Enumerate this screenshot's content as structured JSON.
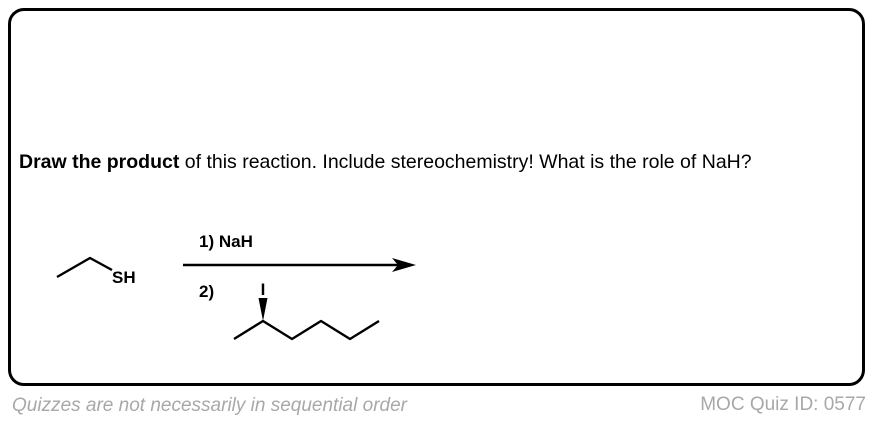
{
  "question": {
    "bold_part": "Draw the product",
    "rest": " of this reaction. Include stereochemistry! What is the role of NaH?"
  },
  "reaction": {
    "reactant_label": "SH",
    "step1_label": "1) NaH",
    "step2_label": "2)",
    "halide_label": "I"
  },
  "footer": {
    "left_text": "Quizzes are not necessarily in sequential order",
    "right_text": "MOC Quiz ID: 0577"
  },
  "colors": {
    "border": "#000000",
    "footer_text": "#a8a8a8"
  }
}
